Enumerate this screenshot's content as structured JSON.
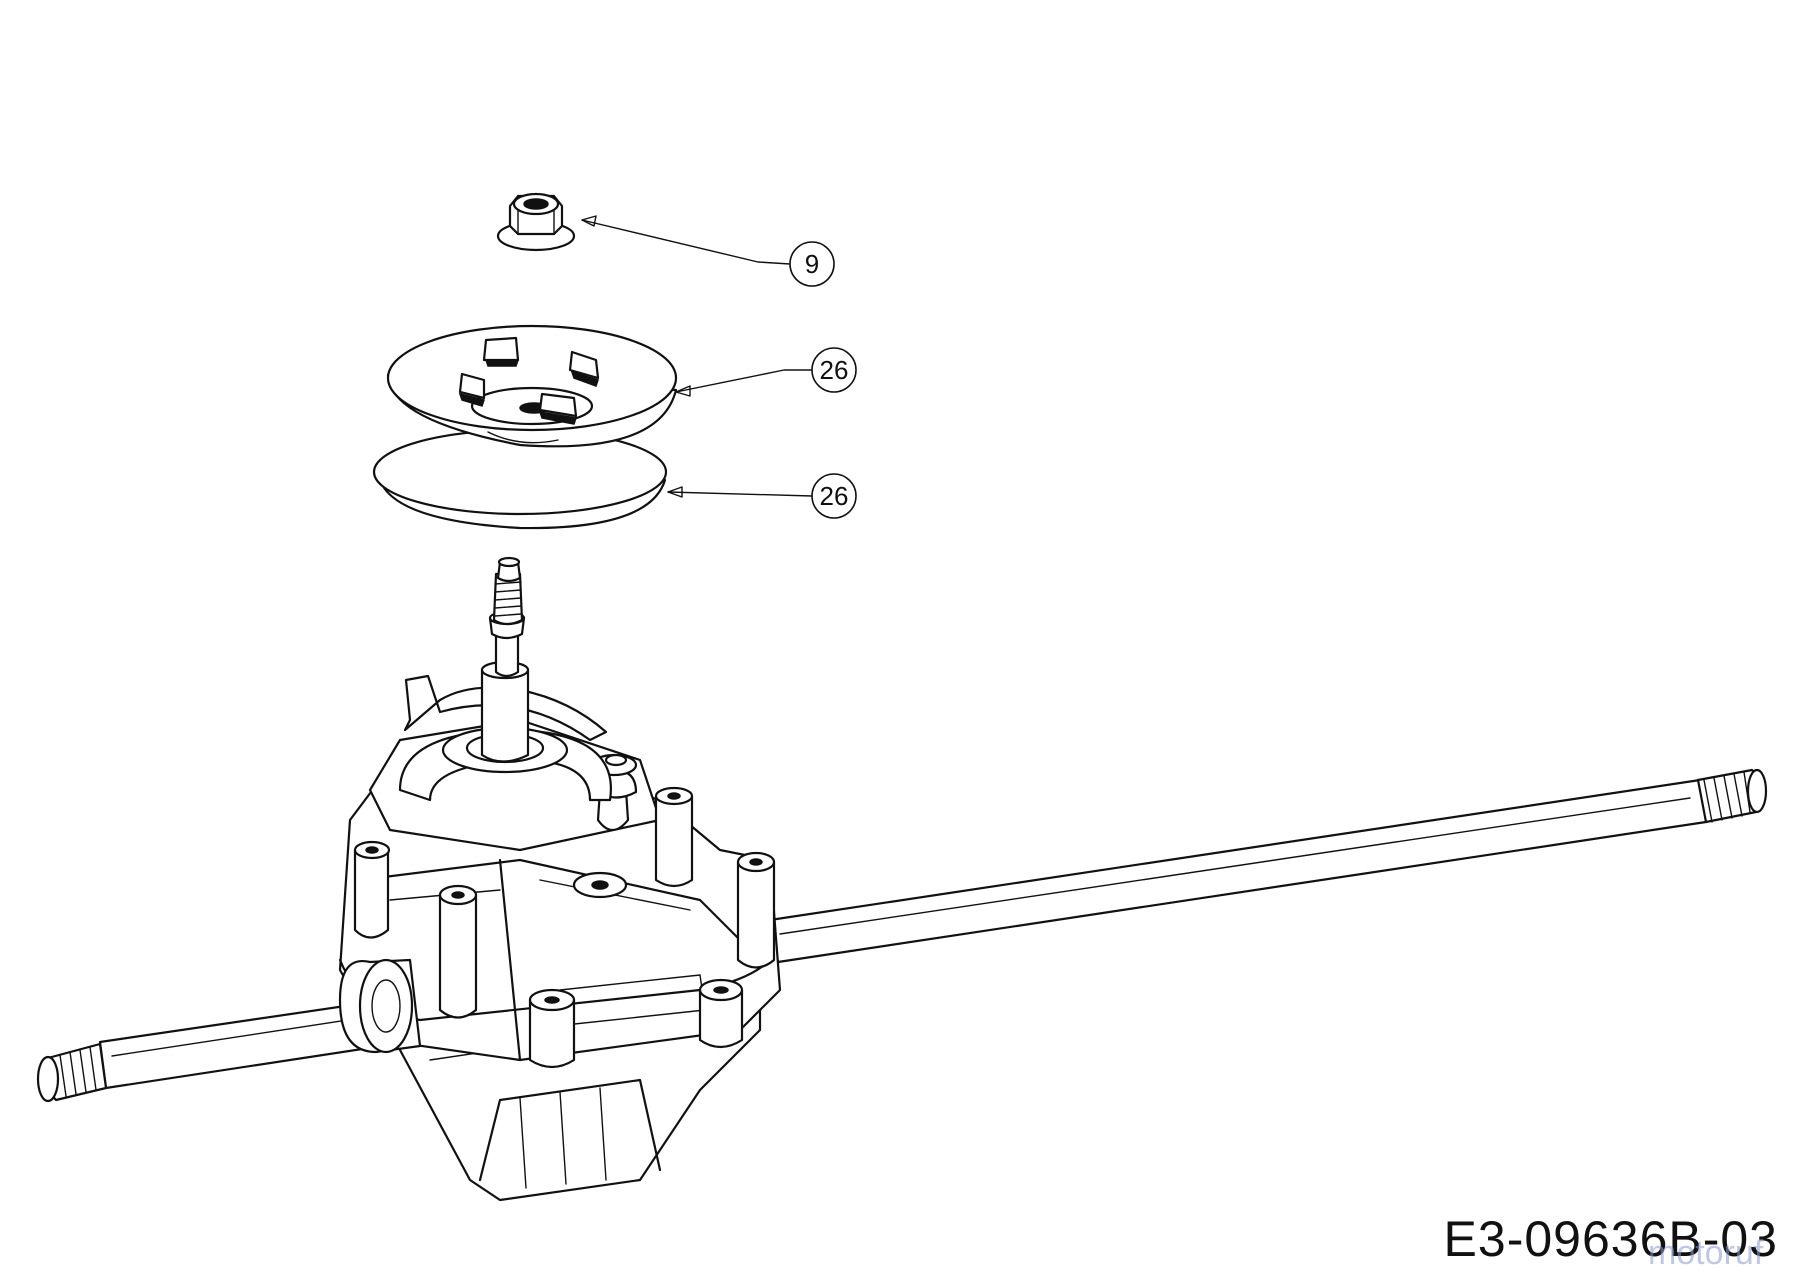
{
  "callouts": [
    {
      "label": "9"
    },
    {
      "label": "26"
    },
    {
      "label": "26"
    }
  ],
  "drawing_number": "E3-09636B-03",
  "watermark": "motoruf"
}
